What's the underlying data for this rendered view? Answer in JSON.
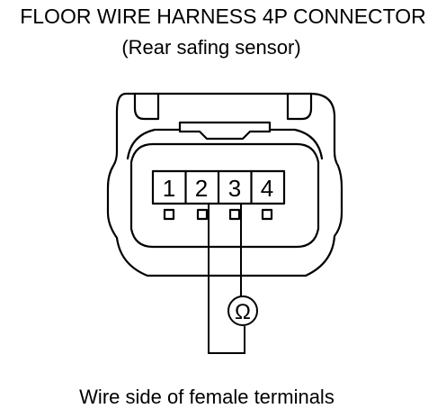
{
  "title": "FLOOR WIRE HARNESS 4P CONNECTOR",
  "subtitle": "(Rear safing sensor)",
  "caption": "Wire side of female terminals",
  "terminals": [
    "1",
    "2",
    "3",
    "4"
  ],
  "meter_symbol": "Ω",
  "meter_probes_on_terminals": [
    "2",
    "3"
  ]
}
